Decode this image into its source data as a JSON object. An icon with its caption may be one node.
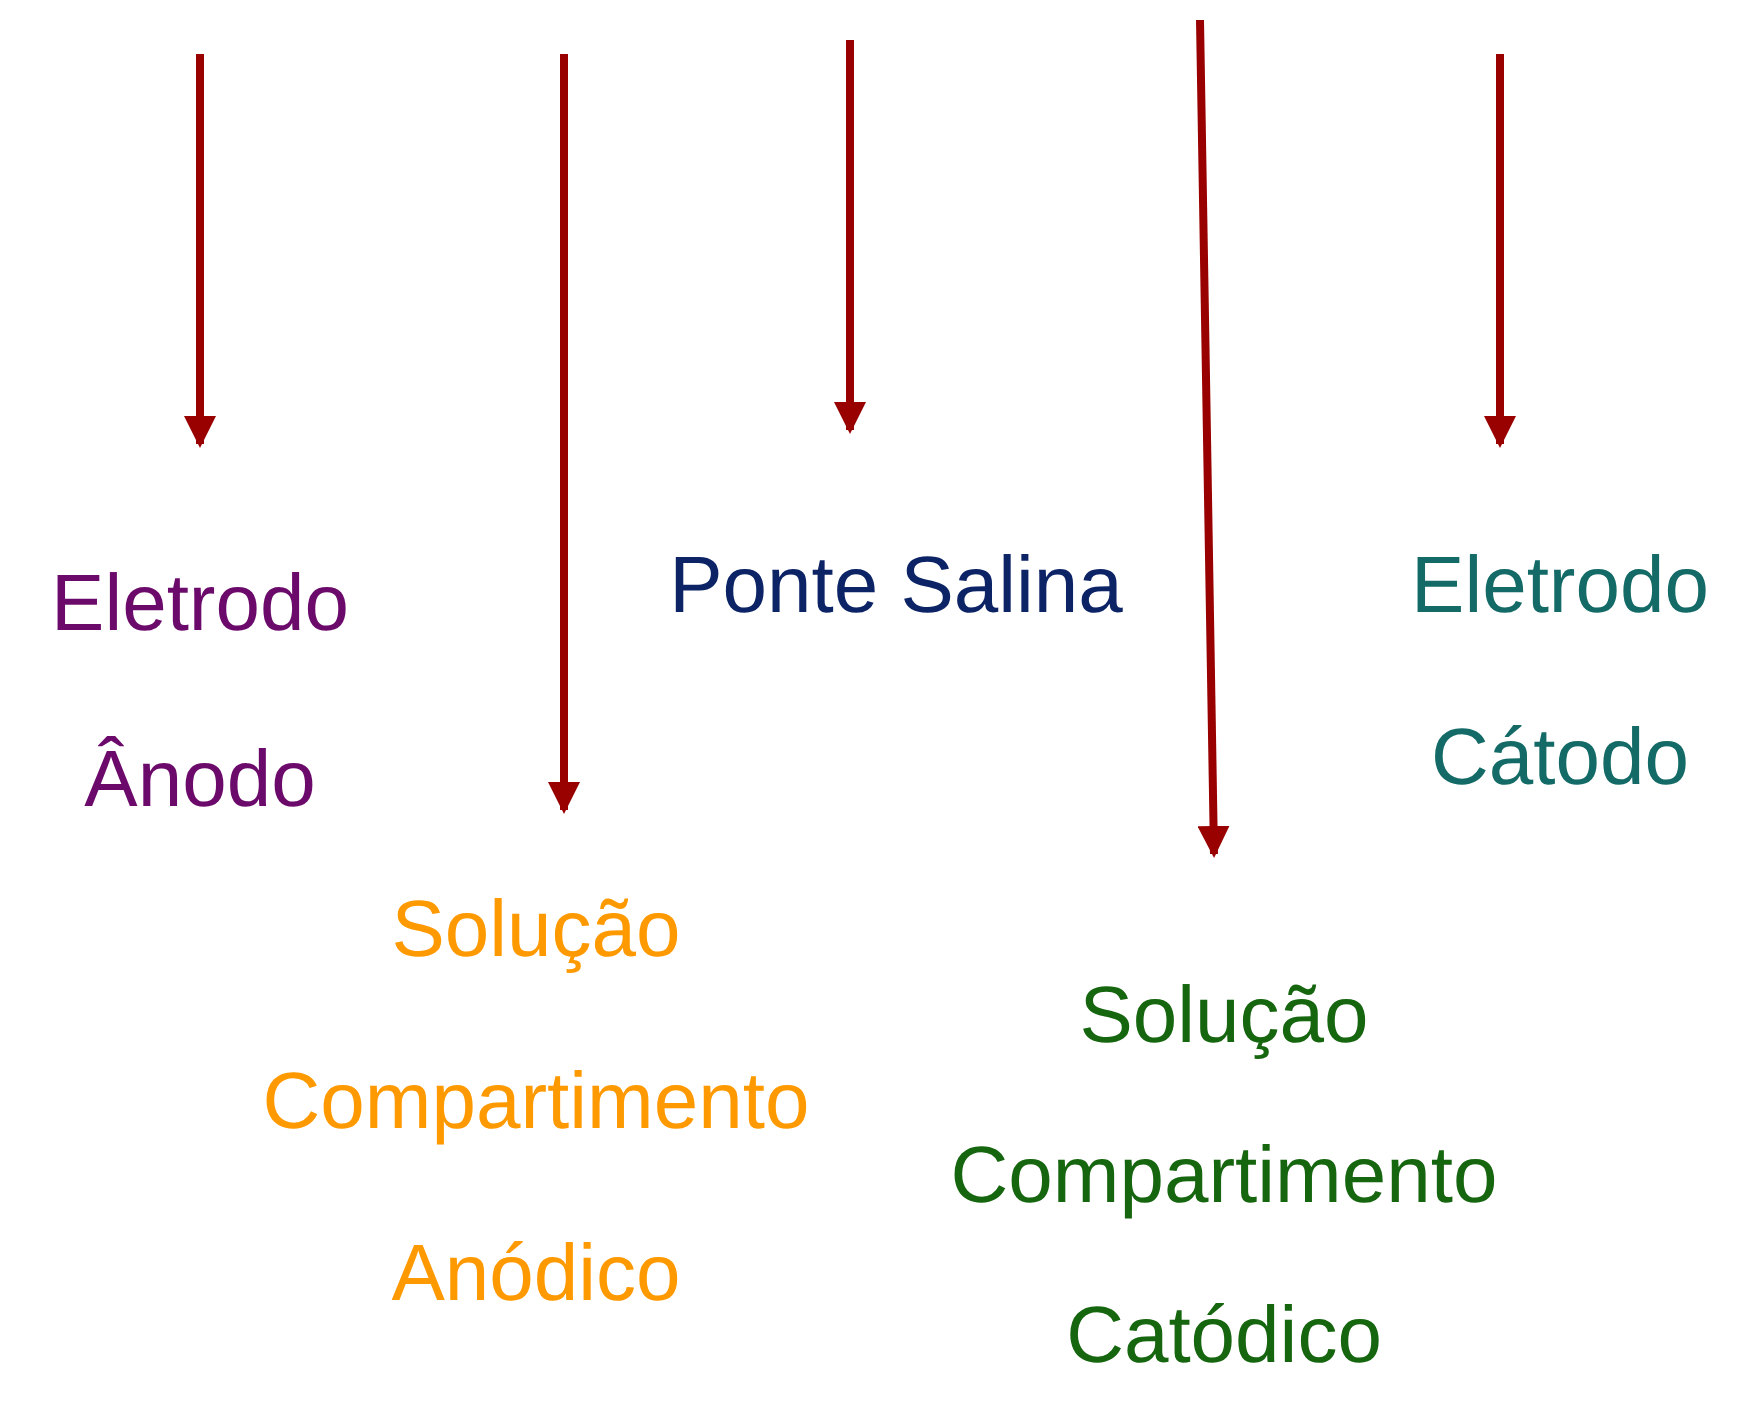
{
  "diagram": {
    "nodes": [
      {
        "text": [
          "Eletrodo Ânodo"
        ]
      },
      {
        "text": [
          "Solução Compartimento Anódico"
        ]
      },
      {
        "text": [
          "Ponte Salina"
        ]
      },
      {
        "text": [
          "Eletrodo Cátodo"
        ]
      },
      {
        "text": [
          "Solução Compartimento Catódico"
        ]
      }
    ],
    "edges": [
      {
        "from": null,
        "to": 0,
        "arrow": "to"
      },
      {
        "from": null,
        "to": 1,
        "arrow": "to"
      },
      {
        "from": null,
        "to": 2,
        "arrow": "to"
      },
      {
        "from": null,
        "to": 4,
        "arrow": "to"
      },
      {
        "from": null,
        "to": 3,
        "arrow": "to"
      }
    ]
  }
}
